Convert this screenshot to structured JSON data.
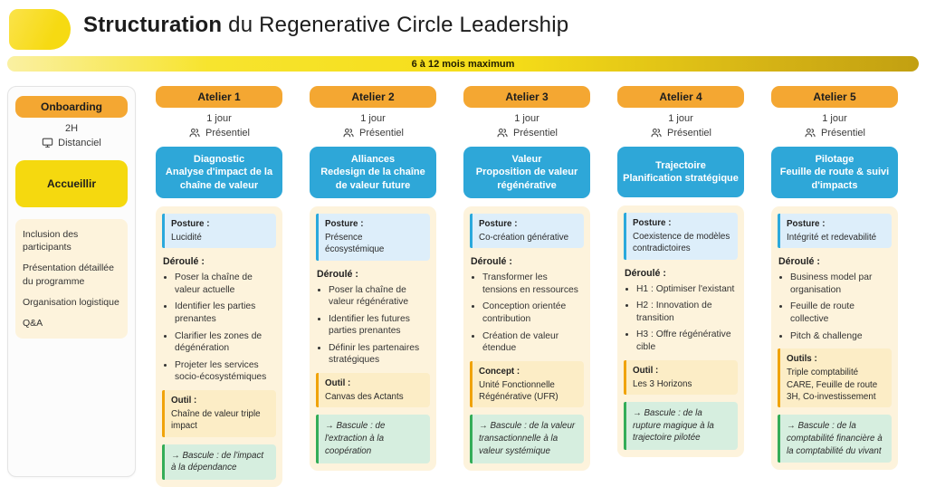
{
  "header": {
    "title_bold": "Structuration",
    "title_rest": " du Regenerative Circle Leadership"
  },
  "timeline": {
    "label": "6 à 12 mois maximum"
  },
  "icons": {
    "onboarding_mode": "monitor-icon",
    "atelier_mode": "people-icon"
  },
  "colors": {
    "accent_orange": "#F4A732",
    "accent_yellow": "#F5D90F",
    "accent_blue": "#2EA7D8",
    "cream_panel": "#FDF3DC",
    "posture_bg": "#DDEEFA",
    "posture_border": "#2BA9DC",
    "tool_bg": "#FCEDC6",
    "tool_border": "#F0A30C",
    "bascule_bg": "#D6EEDF",
    "bascule_border": "#34AD58",
    "timeline_gold": "#C2A011"
  },
  "onboarding": {
    "pill": "Onboarding",
    "duration": "2H",
    "mode": "Distanciel",
    "action": "Accueillir",
    "items": [
      "Inclusion des participants",
      "Présentation détaillée du programme",
      "Organisation logistique",
      "Q&A"
    ]
  },
  "ateliers": [
    {
      "pill": "Atelier 1",
      "duration": "1 jour",
      "mode": "Présentiel",
      "theme_title": "Diagnostic",
      "theme_subtitle": "Analyse d'impact de la chaîne de valeur",
      "posture_label": "Posture :",
      "posture": "Lucidité",
      "deroule_label": "Déroulé :",
      "steps": [
        "Poser la chaîne de valeur actuelle",
        "Identifier les parties prenantes",
        "Clarifier les zones de dégénération",
        "Projeter les services socio-écosystémiques"
      ],
      "tool_label": "Outil :",
      "tool": "Chaîne de valeur triple impact",
      "bascule": "→ Bascule : de l'impact à la dépendance"
    },
    {
      "pill": "Atelier 2",
      "duration": "1 jour",
      "mode": "Présentiel",
      "theme_title": "Alliances",
      "theme_subtitle": "Redesign de la chaîne de valeur future",
      "posture_label": "Posture :",
      "posture": "Présence écosystémique",
      "deroule_label": "Déroulé :",
      "steps": [
        "Poser la chaîne de valeur régénérative",
        "Identifier les futures parties prenantes",
        "Définir les partenaires stratégiques"
      ],
      "tool_label": "Outil :",
      "tool": "Canvas des Actants",
      "bascule": "→ Bascule : de l'extraction à la coopération"
    },
    {
      "pill": "Atelier 3",
      "duration": "1 jour",
      "mode": "Présentiel",
      "theme_title": "Valeur",
      "theme_subtitle": "Proposition de valeur régénérative",
      "posture_label": "Posture :",
      "posture": "Co-création générative",
      "deroule_label": "Déroulé :",
      "steps": [
        "Transformer les tensions en ressources",
        "Conception orientée contribution",
        "Création de valeur étendue"
      ],
      "tool_label": "Concept :",
      "tool": "Unité Fonctionnelle Régénérative (UFR)",
      "bascule": "→ Bascule : de la valeur transactionnelle à la valeur systémique"
    },
    {
      "pill": "Atelier 4",
      "duration": "1 jour",
      "mode": "Présentiel",
      "theme_title": "Trajectoire",
      "theme_subtitle": "Planification stratégique",
      "posture_label": "Posture :",
      "posture": "Coexistence de modèles contradictoires",
      "deroule_label": "Déroulé :",
      "steps": [
        "H1 : Optimiser l'existant",
        "H2 : Innovation de transition",
        "H3 : Offre régénérative cible"
      ],
      "tool_label": "Outil :",
      "tool": "Les 3 Horizons",
      "bascule": "→ Bascule : de la rupture magique à la trajectoire pilotée"
    },
    {
      "pill": "Atelier 5",
      "duration": "1 jour",
      "mode": "Présentiel",
      "theme_title": "Pilotage",
      "theme_subtitle": "Feuille de route & suivi d'impacts",
      "posture_label": "Posture :",
      "posture": "Intégrité et redevabilité",
      "deroule_label": "Déroulé :",
      "steps": [
        "Business model par organisation",
        "Feuille de route collective",
        "Pitch & challenge"
      ],
      "tool_label": "Outils :",
      "tool": "Triple comptabilité CARE, Feuille de route 3H, Co-investissement",
      "bascule": "→ Bascule : de la comptabilité financière à la comptabilité du vivant"
    }
  ]
}
